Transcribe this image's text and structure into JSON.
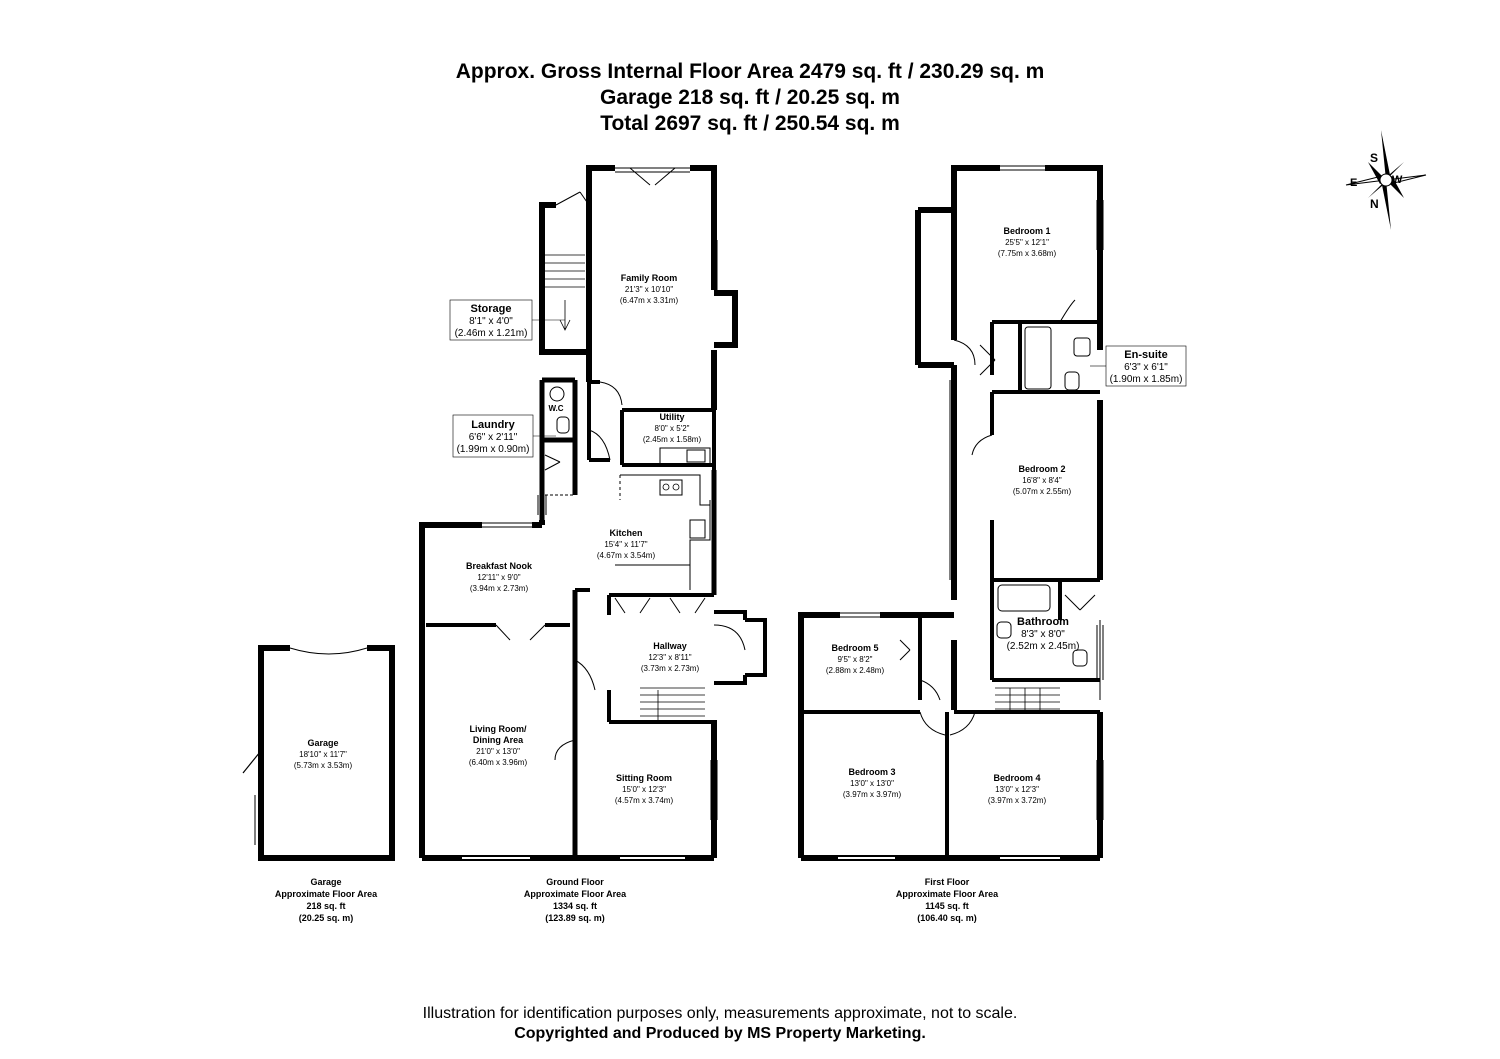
{
  "header": {
    "line1": "Approx. Gross Internal Floor Area 2479 sq. ft / 230.29 sq. m",
    "line2": "Garage 218 sq. ft / 20.25 sq. m",
    "line3": "Total 2697 sq. ft / 250.54 sq. m"
  },
  "compass": {
    "s": "S",
    "w": "W",
    "n": "N",
    "e": "E"
  },
  "rooms": {
    "family_room": {
      "name": "Family Room",
      "imperial": "21'3\" x 10'10\"",
      "metric": "(6.47m x 3.31m)"
    },
    "storage": {
      "name": "Storage",
      "imperial": "8'1\" x 4'0\"",
      "metric": "(2.46m x 1.21m)"
    },
    "wc": {
      "name": "W.C"
    },
    "laundry": {
      "name": "Laundry",
      "imperial": "6'6\" x 2'11\"",
      "metric": "(1.99m x 0.90m)"
    },
    "utility": {
      "name": "Utility",
      "imperial": "8'0\" x 5'2\"",
      "metric": "(2.45m x 1.58m)"
    },
    "kitchen": {
      "name": "Kitchen",
      "imperial": "15'4\" x 11'7\"",
      "metric": "(4.67m x 3.54m)"
    },
    "breakfast_nook": {
      "name": "Breakfast Nook",
      "imperial": "12'11\" x 9'0\"",
      "metric": "(3.94m x 2.73m)"
    },
    "hallway": {
      "name": "Hallway",
      "imperial": "12'3\" x 8'11\"",
      "metric": "(3.73m x 2.73m)"
    },
    "living_room": {
      "name1": "Living Room/",
      "name2": "Dining Area",
      "imperial": "21'0\" x 13'0\"",
      "metric": "(6.40m x 3.96m)"
    },
    "sitting_room": {
      "name": "Sitting Room",
      "imperial": "15'0\" x 12'3\"",
      "metric": "(4.57m x 3.74m)"
    },
    "garage": {
      "name": "Garage",
      "imperial": "18'10\" x 11'7\"",
      "metric": "(5.73m x 3.53m)"
    },
    "bedroom1": {
      "name": "Bedroom 1",
      "imperial": "25'5\" x 12'1\"",
      "metric": "(7.75m x 3.68m)"
    },
    "ensuite": {
      "name": "En-suite",
      "imperial": "6'3\" x 6'1\"",
      "metric": "(1.90m x 1.85m)"
    },
    "bedroom2": {
      "name": "Bedroom 2",
      "imperial": "16'8\" x 8'4\"",
      "metric": "(5.07m x 2.55m)"
    },
    "bathroom": {
      "name": "Bathroom",
      "imperial": "8'3\" x 8'0\"",
      "metric": "(2.52m x 2.45m)"
    },
    "bedroom5": {
      "name": "Bedroom 5",
      "imperial": "9'5\" x 8'2\"",
      "metric": "(2.88m x 2.48m)"
    },
    "bedroom3": {
      "name": "Bedroom 3",
      "imperial": "13'0\" x 13'0\"",
      "metric": "(3.97m x 3.97m)"
    },
    "bedroom4": {
      "name": "Bedroom 4",
      "imperial": "13'0\" x 12'3\"",
      "metric": "(3.97m x 3.72m)"
    }
  },
  "floors": {
    "garage": {
      "name": "Garage",
      "label": "Approximate Floor Area",
      "sqft": "218 sq. ft",
      "sqm": "(20.25 sq. m)"
    },
    "ground": {
      "name": "Ground Floor",
      "label": "Approximate Floor Area",
      "sqft": "1334 sq. ft",
      "sqm": "(123.89 sq. m)"
    },
    "first": {
      "name": "First Floor",
      "label": "Approximate Floor Area",
      "sqft": "1145 sq. ft",
      "sqm": "(106.40 sq. m)"
    }
  },
  "footer": {
    "disclaimer": "Illustration for identification purposes only, measurements approximate, not to scale.",
    "copyright": "Copyrighted  and Produced by MS Property Marketing."
  }
}
